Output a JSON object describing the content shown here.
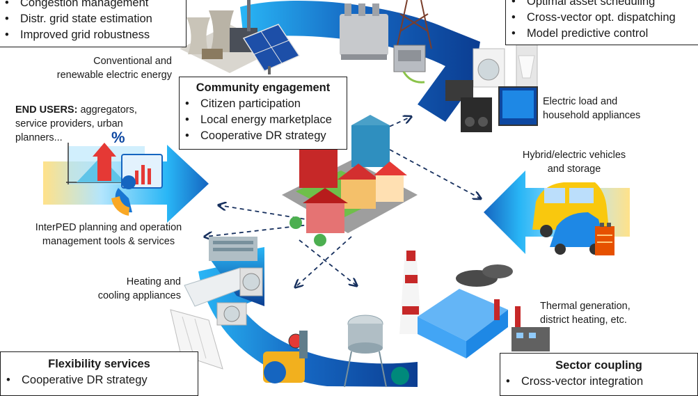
{
  "boxes": {
    "grid_ops": {
      "items": [
        "Congestion management",
        "Distr. grid state estimation",
        "Improved grid robustness"
      ]
    },
    "optimization": {
      "items": [
        "Optimal asset scheduling",
        "Cross-vector opt. dispatching",
        "Model predictive control"
      ]
    },
    "community": {
      "title": "Community engagement",
      "items": [
        "Citizen participation",
        "Local energy marketplace",
        "Cooperative DR strategy"
      ]
    },
    "flexibility": {
      "title": "Flexibility services",
      "items": [
        "Cooperative DR strategy"
      ]
    },
    "sector": {
      "title": "Sector coupling",
      "items": [
        "Cross-vector integration"
      ]
    }
  },
  "labels": {
    "conventional_l1": "Conventional and",
    "conventional_l2": "renewable electric energy",
    "end_users_bold": "END USERS:",
    "end_users_l1": " aggregators,",
    "end_users_l2": "service providers, urban",
    "end_users_l3": "planners...",
    "tools_l1": "InterPED planning and operation",
    "tools_l2": "management tools & services",
    "load_l1": "Electric load and",
    "load_l2": "household appliances",
    "ev_l1": "Hybrid/electric vehicles",
    "ev_l2": "and storage",
    "heating_l1": "Heating and",
    "heating_l2": "cooling appliances",
    "thermal_l1": "Thermal generation,",
    "thermal_l2": "district heating, etc.",
    "percent_sign": "%"
  },
  "colors": {
    "flow_dark": "#0b3d91",
    "flow_mid": "#1565c0",
    "flow_light": "#29b6f6",
    "flow_yellow": "#ffe28a",
    "arrow_dash": "#17305e"
  },
  "icons": [
    "power-plant",
    "solar-panel",
    "transformer",
    "electric-pylon",
    "inverter",
    "household-appliances",
    "houses-district",
    "electric-vehicle",
    "battery",
    "heat-pump",
    "air-conditioner",
    "radiator",
    "water-pump",
    "water-tower",
    "chimney-factory",
    "district-heating-building",
    "analytics-dashboard"
  ]
}
